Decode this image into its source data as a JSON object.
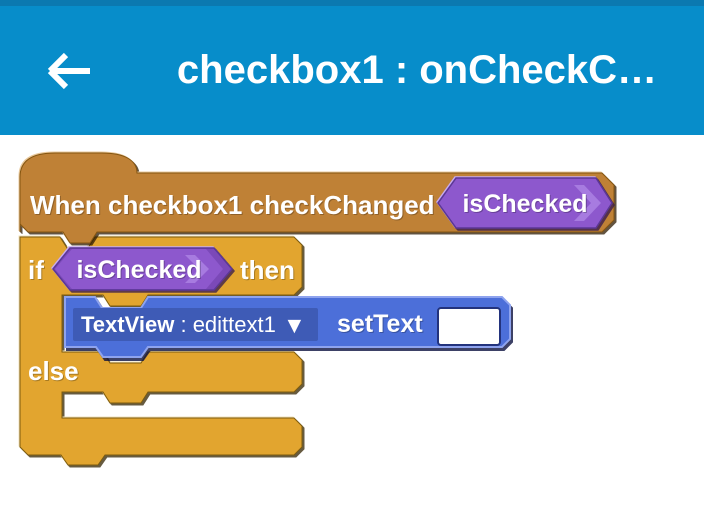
{
  "header": {
    "back_icon": "arrow-left",
    "title": "checkbox1 : onCheckC…"
  },
  "blocks": {
    "event": {
      "label": "When checkbox1 checkChanged",
      "param": "isChecked"
    },
    "if_else": {
      "if_label": "if",
      "condition": "isChecked",
      "then_label": "then",
      "else_label": "else"
    },
    "set_text": {
      "component": "TextView",
      "separator": " : ",
      "view": "edittext1",
      "dropdown_icon": "▼",
      "action": "setText",
      "value": ""
    }
  },
  "colors": {
    "status_bar": "#0b79b0",
    "app_bar": "#078dca",
    "canvas_bg": "#ffffff",
    "event_block": "#bf8136",
    "control_block": "#e2a52f",
    "variable_block": "#8d58cd",
    "variable_socket": "#7b49b8",
    "variable_highlight": "#a77be0",
    "component_block": "#4c6fd9",
    "dropdown_bg": "#3e5bb6",
    "dropdown_arrow": "#0d1335",
    "text": "#ffffff"
  }
}
